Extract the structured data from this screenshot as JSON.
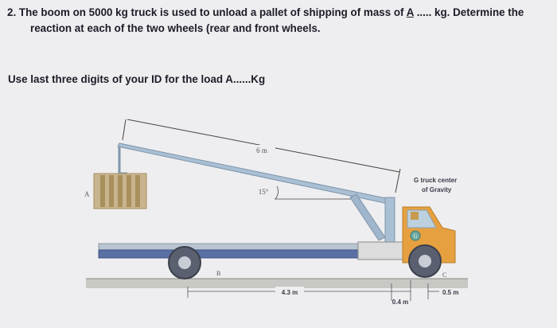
{
  "question": {
    "number": "2.",
    "line1_before": "The boom on 5000 kg truck is used to unload a pallet of shipping of mass of",
    "mass_var": "A",
    "line1_after": "..... kg. Determine the",
    "line2": "reaction at each of the two wheels (rear and front wheels.",
    "instruction": "Use last three digits of your ID for the load A......Kg"
  },
  "figure": {
    "boom_length": "6 m",
    "boom_angle": "15°",
    "load_label": "A",
    "rear_wheel_label": "B",
    "front_wheel_label": "C",
    "cg_marker": "G",
    "cg_label_line1": "G truck center",
    "cg_label_line2": "of Gravity",
    "dim_rear_to_cg": "4.3 m",
    "dim_cg_offset": "0.4 m",
    "dim_cg_to_front": "0.5 m"
  }
}
